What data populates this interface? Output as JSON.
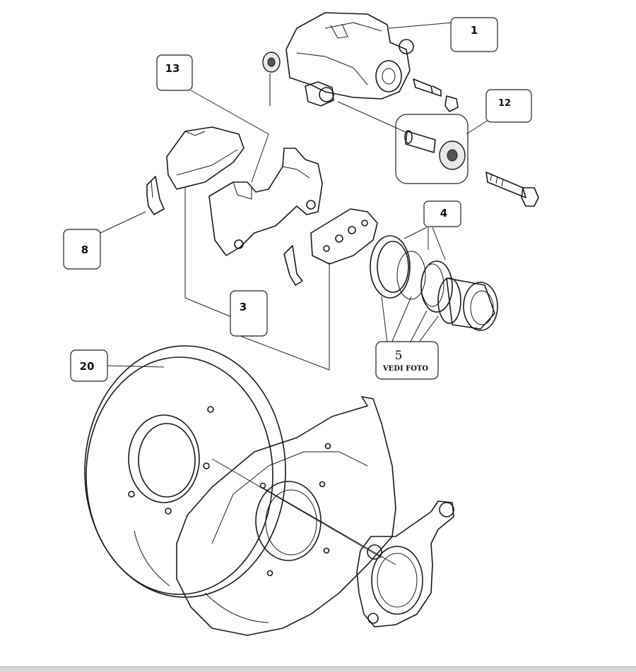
{
  "callouts": {
    "c1": "1",
    "c3": "3",
    "c4": "4",
    "c5_number": "5",
    "c5_note": "VEDI FOTO",
    "c8": "8",
    "c12": "12",
    "c13": "13",
    "c20": "20"
  },
  "colors": {
    "line": "#1a1a1a",
    "background": "#ffffff"
  }
}
